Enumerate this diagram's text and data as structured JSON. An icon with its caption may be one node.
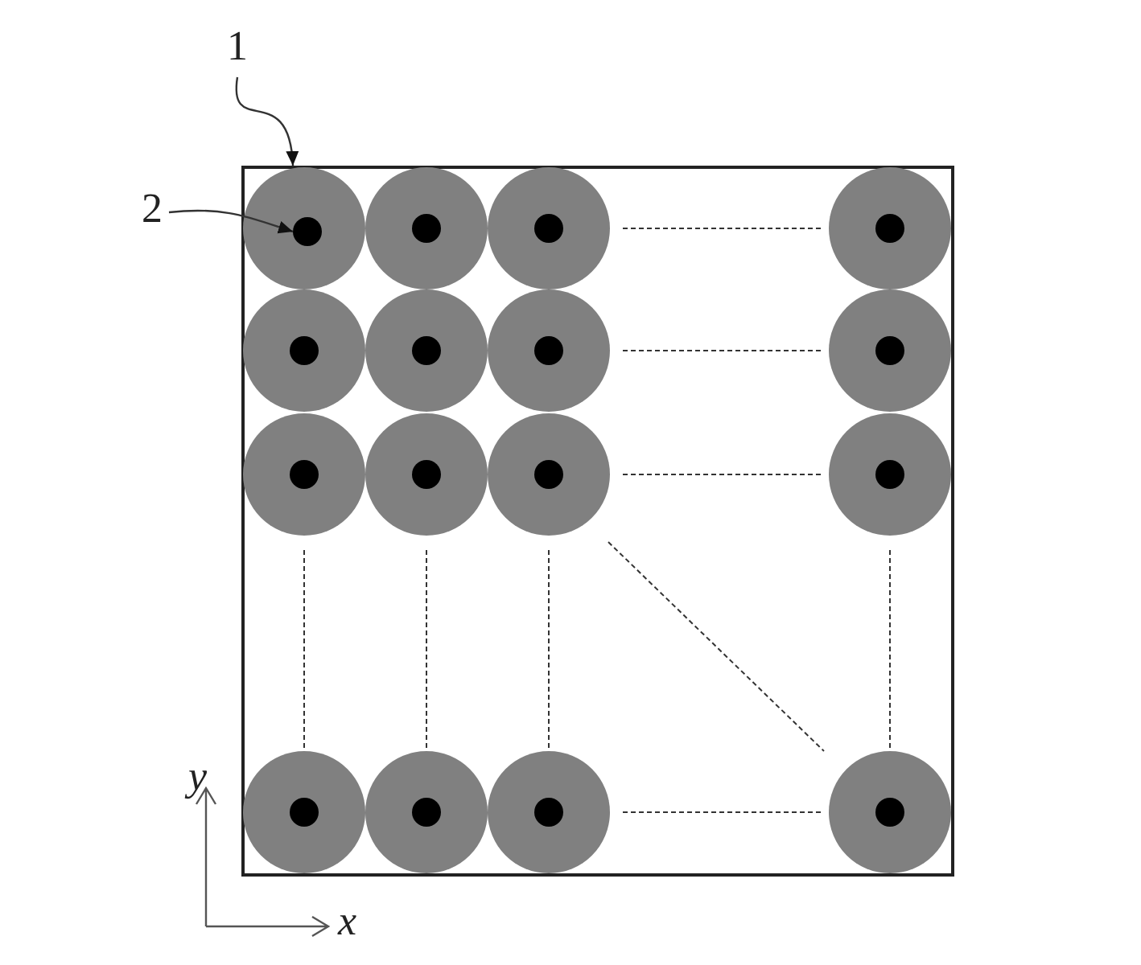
{
  "diagram": {
    "nodes": [
      {
        "text": [
          "1"
        ]
      },
      {
        "text": [],
        "shape": "box"
      },
      {
        "text": [
          "2"
        ]
      },
      {
        "text": [],
        "shape": "circle",
        "in": 1
      }
    ],
    "edges": [
      {
        "from": 0,
        "to": 1,
        "arrow": "to"
      },
      {
        "from": 2,
        "to": 3,
        "arrow": "to"
      }
    ],
    "labels": [
      "y",
      "x"
    ]
  }
}
